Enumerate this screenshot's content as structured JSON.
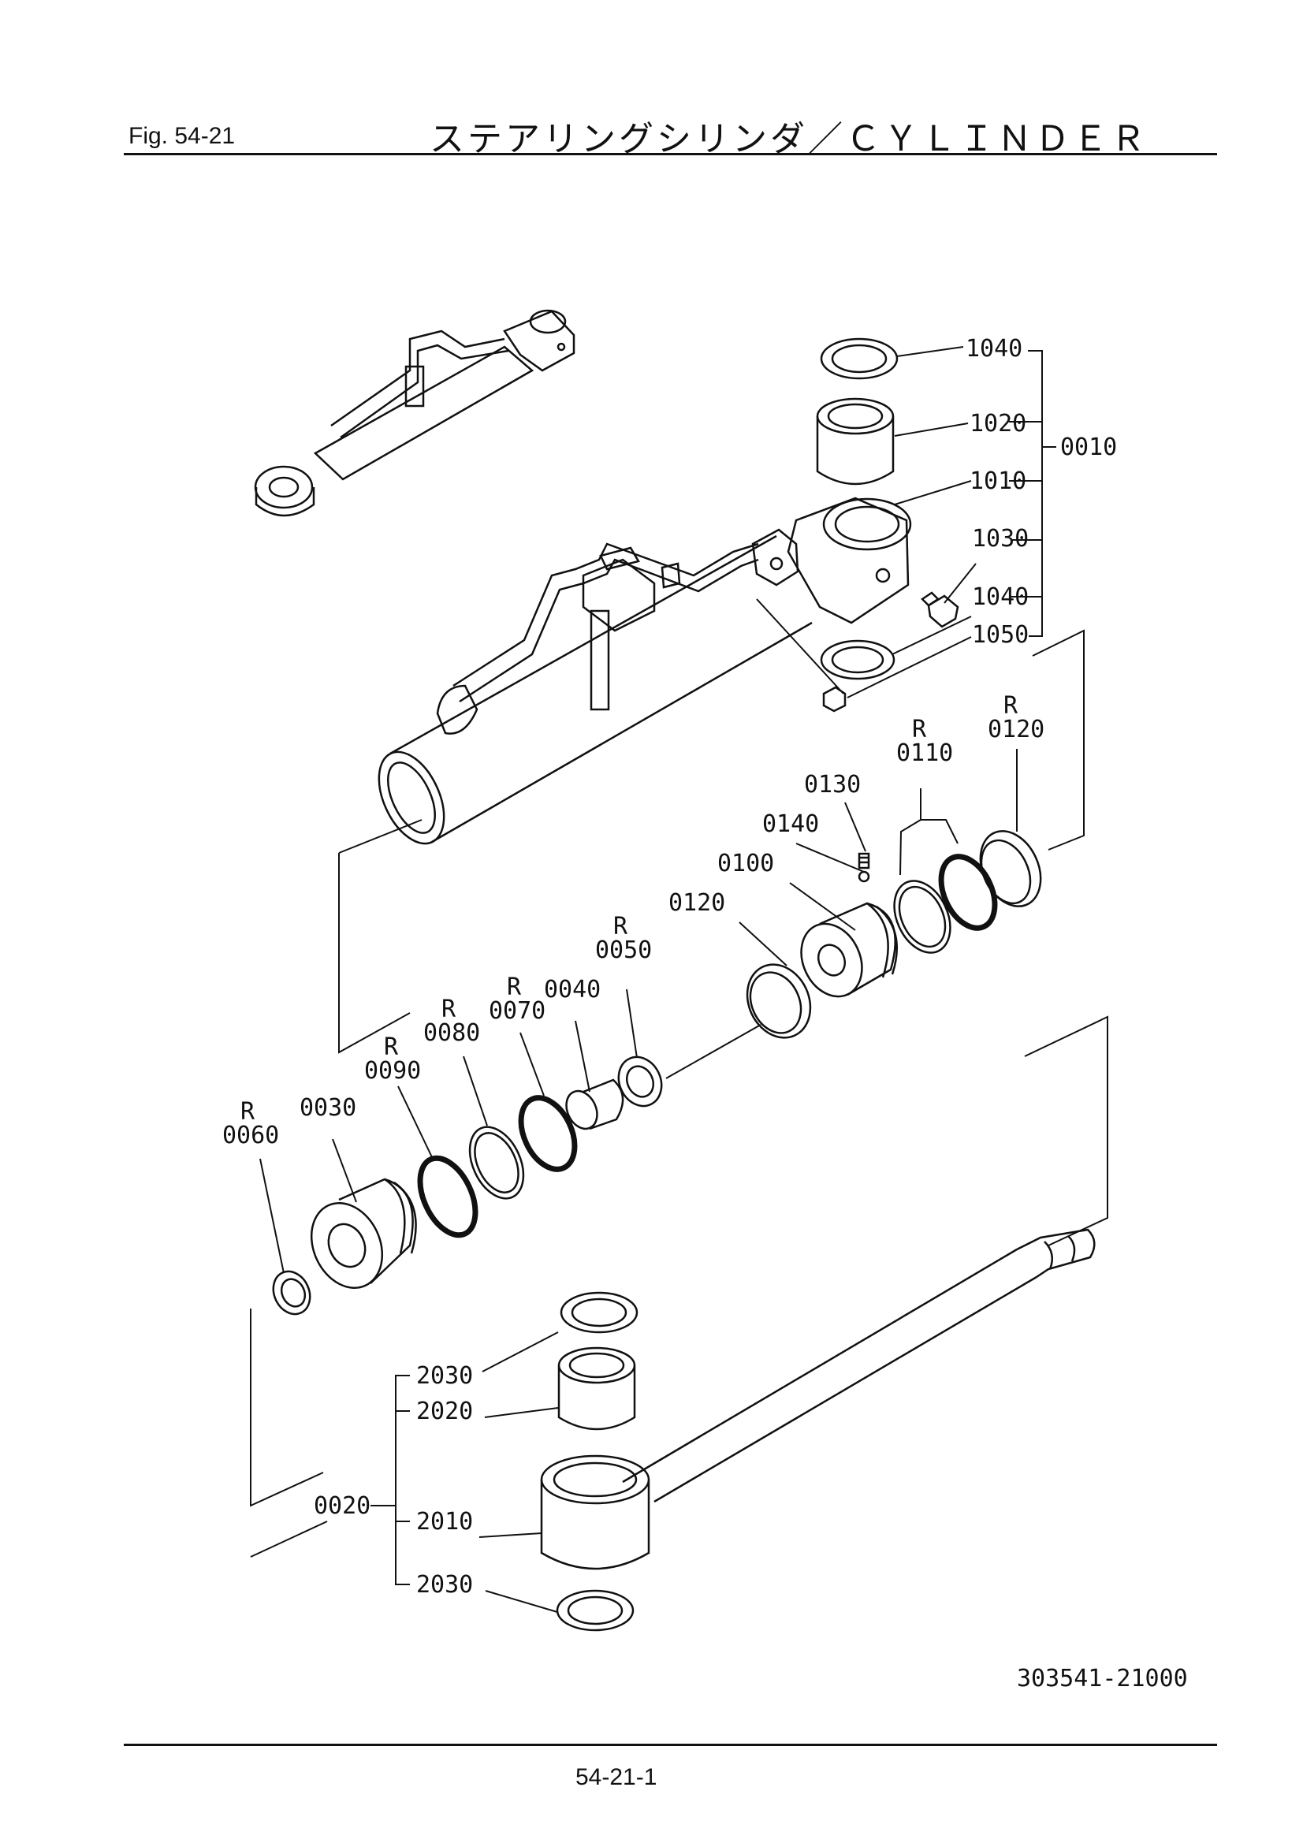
{
  "header": {
    "fig": "Fig.  54-21",
    "title": "ステアリングシリンダ／ＣＹＬＩＮＤＥＲ"
  },
  "drawing_code": "303541-21000",
  "page_number": "54-21-1",
  "callouts": {
    "c1040a": "1040",
    "c1020": "1020",
    "c0010": "0010",
    "c1010": "1010",
    "c1030": "1030",
    "c1040b": "1040",
    "c1050": "1050",
    "c0120a_r": "R",
    "c0120a": "0120",
    "c0110_r": "R",
    "c0110": "0110",
    "c0130": "0130",
    "c0140": "0140",
    "c0100": "0100",
    "c0120b": "0120",
    "c0050_r": "R",
    "c0050": "0050",
    "c0040": "0040",
    "c0070_r": "R",
    "c0070": "0070",
    "c0080_r": "R",
    "c0080": "0080",
    "c0090_r": "R",
    "c0090": "0090",
    "c0030": "0030",
    "c0060_r": "R",
    "c0060": "0060",
    "c2030a": "2030",
    "c2020": "2020",
    "c0020": "0020",
    "c2010": "2010",
    "c2030b": "2030"
  }
}
